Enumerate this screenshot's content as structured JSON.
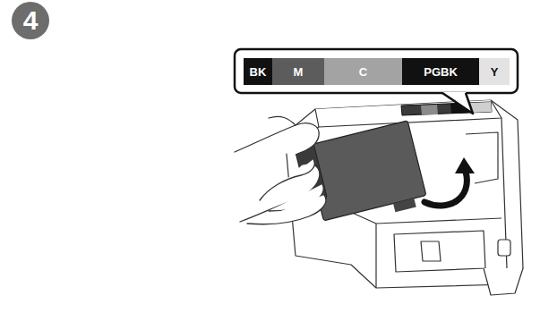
{
  "diagram": {
    "nodes": [
      {
        "text": [
          "4"
        ]
      },
      {
        "text": [
          "BK"
        ]
      },
      {
        "text": [
          "M"
        ]
      },
      {
        "text": [
          "C"
        ]
      },
      {
        "text": [
          "PGBK"
        ]
      },
      {
        "text": [
          "Y"
        ]
      }
    ]
  }
}
